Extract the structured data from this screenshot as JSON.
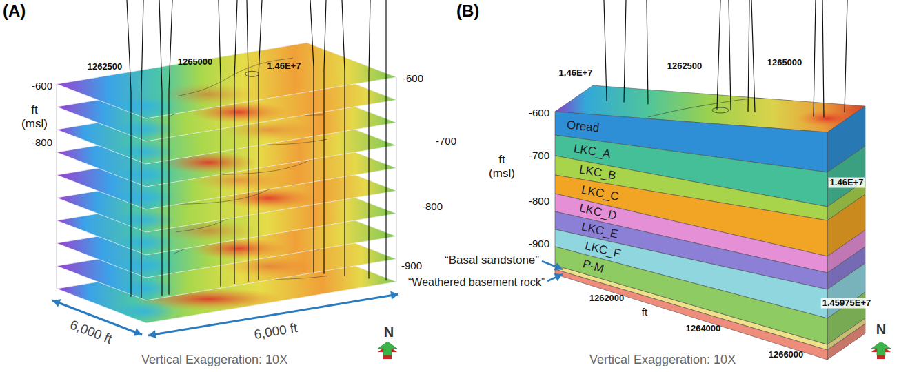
{
  "diagram": {
    "nodes": [
      {
        "text": [
          "Oread"
        ]
      },
      {
        "text": [
          "LKC_A"
        ]
      },
      {
        "text": [
          "LKC_B"
        ]
      },
      {
        "text": [
          "LKC_C"
        ]
      },
      {
        "text": [
          "LKC_D"
        ]
      },
      {
        "text": [
          "LKC_E"
        ]
      },
      {
        "text": [
          "LKC_F"
        ]
      },
      {
        "text": [
          "P-M"
        ]
      }
    ],
    "labels": [
      "(A)",
      "1262500",
      "1265000",
      "1.46E+7",
      "-600",
      "ft (msl)",
      "-800",
      "-600",
      "-700",
      "-800",
      "-900",
      "6,000 ft",
      "6,000 ft",
      "Vertical Exaggeration: 10X",
      "N",
      "(B)",
      "1.46E+7",
      "1262500",
      "1265000",
      "-600",
      "-700",
      "ft (msl)",
      "-800",
      "-900",
      "“Basal sandstone”",
      "“Weathered basement rock”",
      "1262000",
      "ft",
      "1264000",
      "1266000",
      "1.46E+7",
      "1.45975E+7",
      "Vertical Exaggeration: 10X",
      "N"
    ]
  }
}
